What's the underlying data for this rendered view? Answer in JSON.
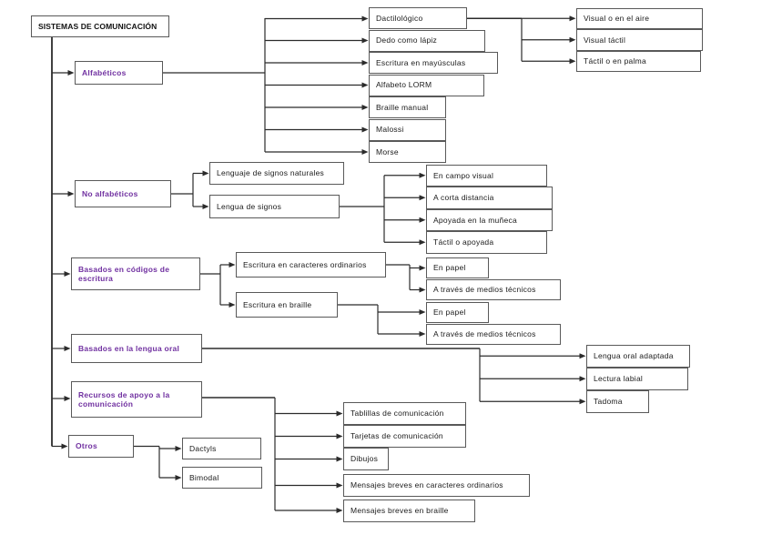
{
  "colors": {
    "category_text": "#7030A0",
    "box_border": "#595959",
    "connector": "#2b2b2b",
    "text": "#1a1a1a",
    "background": "#ffffff"
  },
  "tree": {
    "label": "SISTEMAS DE COMUNICACIÓN",
    "children": [
      {
        "label": "Alfabéticos",
        "children": [
          {
            "label": "Dactilológico",
            "children": [
              {
                "label": "Visual o en el aire"
              },
              {
                "label": "Visual táctil"
              },
              {
                "label": "Táctil o en palma"
              }
            ]
          },
          {
            "label": "Dedo como lápiz"
          },
          {
            "label": "Escritura en mayúsculas"
          },
          {
            "label": "Alfabeto LORM"
          },
          {
            "label": "Braille manual"
          },
          {
            "label": "Malossi"
          },
          {
            "label": "Morse"
          }
        ]
      },
      {
        "label": "No alfabéticos",
        "children": [
          {
            "label": "Lenguaje de signos naturales"
          },
          {
            "label": "Lengua de signos",
            "children": [
              {
                "label": "En campo visual"
              },
              {
                "label": "A corta distancia"
              },
              {
                "label": "Apoyada en la muñeca"
              },
              {
                "label": "Táctil o apoyada"
              }
            ]
          }
        ]
      },
      {
        "label": "Basados en códigos de escritura",
        "children": [
          {
            "label": "Escritura en caracteres ordinarios",
            "children": [
              {
                "label": "En papel"
              },
              {
                "label": "A través de medios técnicos"
              }
            ]
          },
          {
            "label": "Escritura en braille",
            "children": [
              {
                "label": "En papel"
              },
              {
                "label": "A través de medios técnicos"
              }
            ]
          }
        ]
      },
      {
        "label": "Basados en la lengua oral",
        "children": [
          {
            "label": "Lengua oral adaptada"
          },
          {
            "label": "Lectura labial"
          },
          {
            "label": "Tadoma"
          }
        ]
      },
      {
        "label": "Recursos de apoyo a la comunicación",
        "children": [
          {
            "label": "Tablillas de comunicación"
          },
          {
            "label": "Tarjetas de comunicación"
          },
          {
            "label": "Dibujos"
          },
          {
            "label": "Mensajes breves en caracteres ordinarios"
          },
          {
            "label": "Mensajes breves en braille"
          }
        ]
      },
      {
        "label": "Otros",
        "children": [
          {
            "label": "Dactyls"
          },
          {
            "label": "Bimodal"
          }
        ]
      }
    ]
  }
}
